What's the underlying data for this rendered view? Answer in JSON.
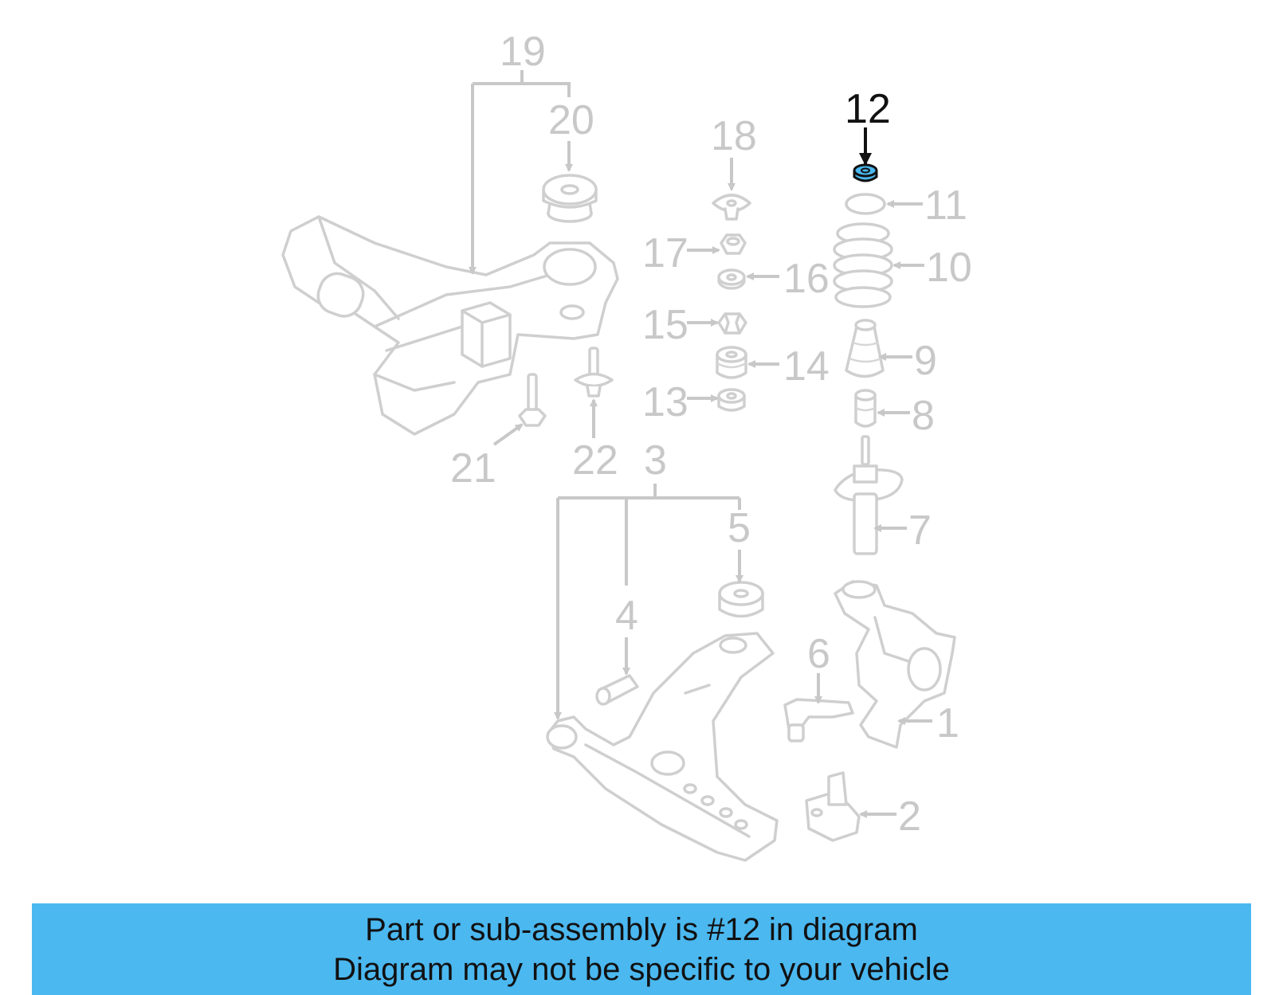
{
  "diagram": {
    "highlighted_part": "12",
    "highlight_color": "#4bb8f0",
    "callouts": [
      "1",
      "2",
      "3",
      "4",
      "5",
      "6",
      "7",
      "8",
      "9",
      "10",
      "11",
      "12",
      "13",
      "14",
      "15",
      "16",
      "17",
      "18",
      "19",
      "20",
      "21",
      "22"
    ]
  },
  "banner": {
    "line1": "Part or sub-assembly is #12 in diagram",
    "line2": "Diagram may not be specific to your vehicle",
    "background": "#4bb8f0"
  }
}
